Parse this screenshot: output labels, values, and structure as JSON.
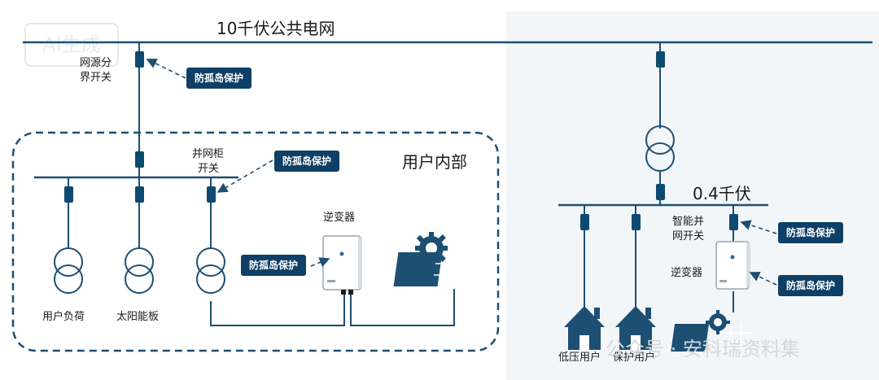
{
  "grid_title": "10千伏公共电网",
  "ai_badge": "AI生成",
  "labels": {
    "source_switch_a": "网源分",
    "source_switch_b": "界开关",
    "cabinet_switch_a": "并网柜",
    "cabinet_switch_b": "开关",
    "user_internal": "用户内部",
    "inverter_left": "逆变器",
    "user_load": "用户负荷",
    "solar_panel": "太阳能板",
    "low_voltage": "0.4千伏",
    "smart_switch_a": "智能并",
    "smart_switch_b": "网开关",
    "inverter_right": "逆变器",
    "low_voltage_user": "低压用户",
    "protected_user": "保护用户"
  },
  "tags": {
    "tag1": "防孤岛保护",
    "tag2": "防孤岛保护",
    "tag3": "防孤岛保护",
    "tag4": "防孤岛保护",
    "tag5": "防孤岛保护"
  },
  "watermark": {
    "source": "公众号 · 安科瑞资料集"
  },
  "colors": {
    "line": "#1d4f73",
    "tag_bg": "#0e3f66",
    "switch": "#0e4a70"
  }
}
